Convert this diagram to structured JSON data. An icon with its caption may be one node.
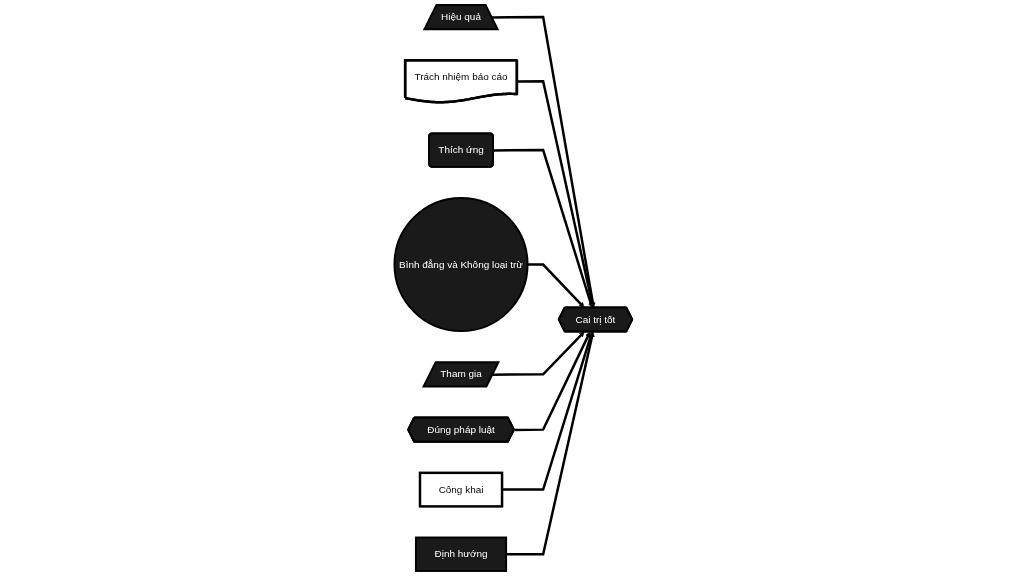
{
  "diagram": {
    "nodes": [
      {
        "text": [
          "Hiệu quả"
        ]
      },
      {
        "text": [
          "Trách nhiệm báo cáo"
        ]
      },
      {
        "text": [
          "Thích ứng"
        ]
      },
      {
        "text": [
          "Bình đẳng và Không loại trừ"
        ]
      },
      {
        "text": [
          "Cai trị tốt"
        ]
      },
      {
        "text": [
          "Tham gia"
        ]
      },
      {
        "text": [
          "Đúng pháp luật"
        ]
      },
      {
        "text": [
          "Công khai"
        ]
      },
      {
        "text": [
          "Định hướng"
        ]
      }
    ],
    "edges": [
      {
        "from": 0,
        "to": 4,
        "arrow": "to"
      },
      {
        "from": 1,
        "to": 4,
        "arrow": "none"
      },
      {
        "from": 2,
        "to": 4,
        "arrow": "to"
      },
      {
        "from": 3,
        "to": 4,
        "arrow": "to"
      },
      {
        "from": 5,
        "to": 4,
        "arrow": "to"
      },
      {
        "from": 6,
        "to": 4,
        "arrow": "to"
      },
      {
        "from": 7,
        "to": 4,
        "arrow": "to"
      },
      {
        "from": 8,
        "to": 4,
        "arrow": "to"
      }
    ]
  }
}
